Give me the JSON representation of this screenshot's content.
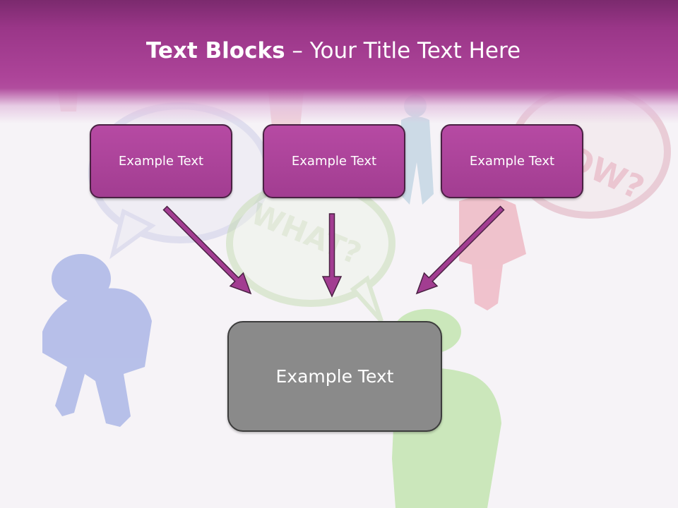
{
  "slide": {
    "title_bold": "Text Blocks",
    "title_rest": " – Your Title Text Here",
    "boxes": [
      {
        "label": "Example Text"
      },
      {
        "label": "Example Text"
      },
      {
        "label": "Example Text"
      }
    ],
    "main_box": {
      "label": "Example Text"
    },
    "background_bubbles": [
      {
        "text": "WHAT?"
      },
      {
        "text": "WOW?"
      }
    ]
  },
  "colors": {
    "header": "#a63e93",
    "box_fill": "#ad4399",
    "box_border": "#4a2143",
    "main_box_fill": "#8a8a8a",
    "arrow": "#a23d91"
  }
}
